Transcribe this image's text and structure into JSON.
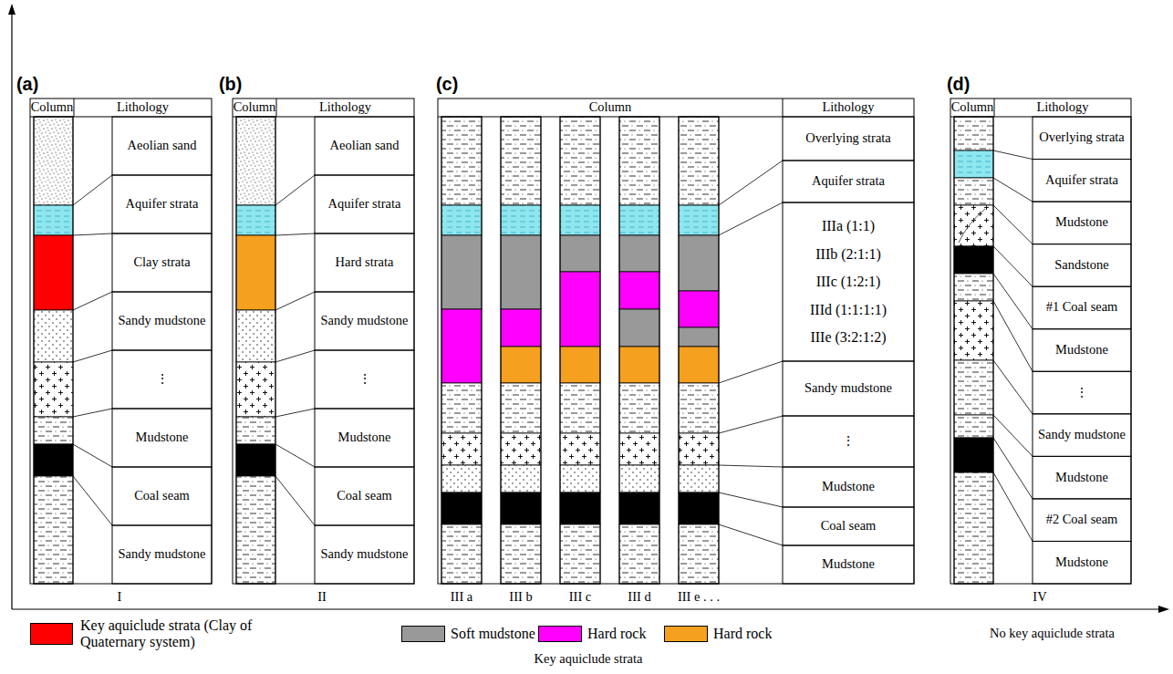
{
  "diagram": {
    "labels": [
      "(a)",
      "Column",
      "Lithology",
      "Aeolian sand",
      "Aquifer strata",
      "Clay strata",
      "Sandy mudstone",
      "⋮",
      "Mudstone",
      "Coal seam",
      "Sandy mudstone",
      "I",
      "(b)",
      "Column",
      "Lithology",
      "Aeolian sand",
      "Aquifer strata",
      "Hard strata",
      "Sandy mudstone",
      "⋮",
      "Mudstone",
      "Coal seam",
      "Sandy mudstone",
      "II",
      "(c)",
      "Column",
      "Lithology",
      "Overlying strata",
      "Aquifer strata",
      "IIIa (1:1)",
      "IIIb (2:1:1)",
      "IIIc (1:2:1)",
      "IIId (1:1:1:1)",
      "IIIe (3:2:1:2)",
      "Sandy mudstone",
      "⋮",
      "Mudstone",
      "Coal seam",
      "Mudstone",
      "III a",
      "III b",
      "III c",
      "III d",
      "III e . . .",
      "(d)",
      "Column",
      "Lithology",
      "Overlying strata",
      "Aquifer strata",
      "Mudstone",
      "Sandstone",
      "#1 Coal seam",
      "Mudstone",
      "⋮",
      "Sandy mudstone",
      "Mudstone",
      "#2 Coal seam",
      "Mudstone",
      "IV",
      "Key aquiclude strata",
      "No key aquiclude strata"
    ],
    "legend": [
      {
        "text": "Key aquiclude strata (Clay of Quaternary system)",
        "color": "#ff0000"
      },
      {
        "text": "Soft mudstone",
        "color": "#999999"
      },
      {
        "text": "Hard rock",
        "color": "#ff00ff"
      },
      {
        "text": "Hard rock",
        "color": "#f5a01f"
      }
    ]
  }
}
